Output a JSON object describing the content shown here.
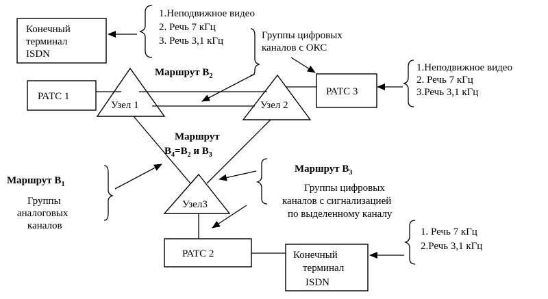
{
  "nodes": {
    "term1": [
      "Конечный",
      "терминал",
      "ISDN"
    ],
    "term2": [
      "Конечный",
      "терминал",
      "ISDN"
    ],
    "ratc1": "РАТС 1",
    "ratc2": "РАТС 2",
    "ratc3": "РАТС 3",
    "uzel1": "Узел 1",
    "uzel2": "Узел 2",
    "uzel3": "Узел3"
  },
  "services_top": [
    "1.Неподвижное видео",
    "2. Речь 7 кГц",
    "3. Речь 3,1 кГц"
  ],
  "services_right": [
    "1.Неподвижное видео",
    "2. Речь 7 кГц",
    "3.Речь 3,1 кГц"
  ],
  "services_bottom": [
    "1. Речь 7 кГц",
    "2.Речь 3,1 кГц"
  ],
  "ocs_groups": [
    "Группы цифровых",
    "каналов с ОКС"
  ],
  "route_b2": {
    "text": "Маршрут В",
    "sub": "2"
  },
  "route_b4": {
    "line1": "Маршрут",
    "prefix": "В",
    "s1": "4",
    "mid": "=В",
    "s2": "2",
    "and": " и В",
    "s3": "3"
  },
  "route_b1": {
    "text": "Маршрут  В",
    "sub": "1"
  },
  "analog_groups": [
    "Группы",
    "аналоговых",
    "каналов"
  ],
  "route_b3": {
    "text": "Маршрут  В",
    "sub": "3"
  },
  "digital_groups": [
    "Группы цифровых",
    "каналов с сигнализацией",
    "по выделенному каналу"
  ]
}
